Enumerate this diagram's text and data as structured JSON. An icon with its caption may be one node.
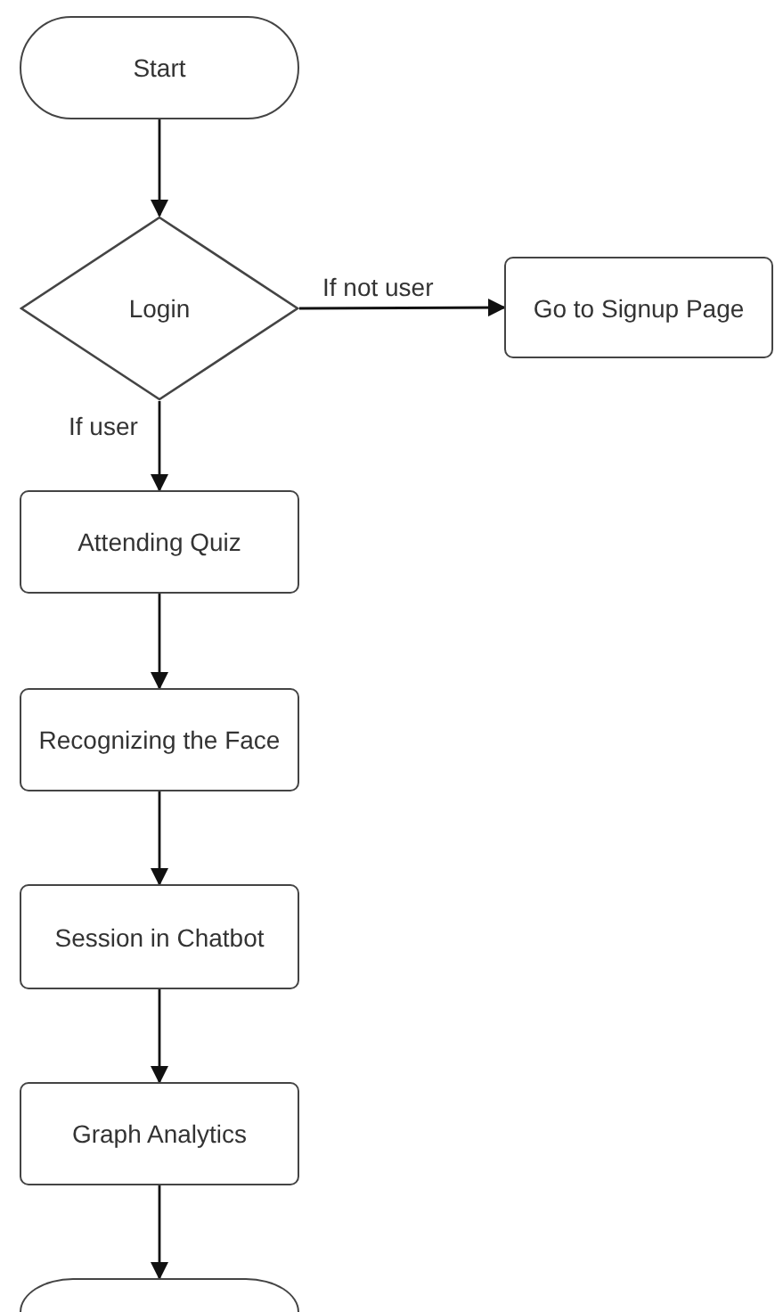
{
  "diagram": {
    "nodes": [
      {
        "text": [
          "Start"
        ]
      },
      {
        "text": [
          "Login"
        ]
      },
      {
        "text": [
          "Go to Signup Page"
        ]
      },
      {
        "text": [
          "Attending Quiz"
        ]
      },
      {
        "text": [
          "Recognizing the Face"
        ]
      },
      {
        "text": [
          "Session in Chatbot"
        ]
      },
      {
        "text": [
          "Graph Analytics"
        ]
      },
      {
        "text": [],
        "shape": "box"
      }
    ],
    "edges": [
      {
        "from": 0,
        "to": 1,
        "arrow": "to"
      },
      {
        "from": 1,
        "to": 2,
        "arrow": "to",
        "label": "If not user"
      },
      {
        "from": 1,
        "to": 3,
        "arrow": "to",
        "label": "If user"
      },
      {
        "from": 3,
        "to": 4,
        "arrow": "to"
      },
      {
        "from": 4,
        "to": 5,
        "arrow": "to"
      },
      {
        "from": 5,
        "to": 6,
        "arrow": "to"
      },
      {
        "from": 6,
        "to": 7,
        "arrow": "to"
      }
    ]
  }
}
